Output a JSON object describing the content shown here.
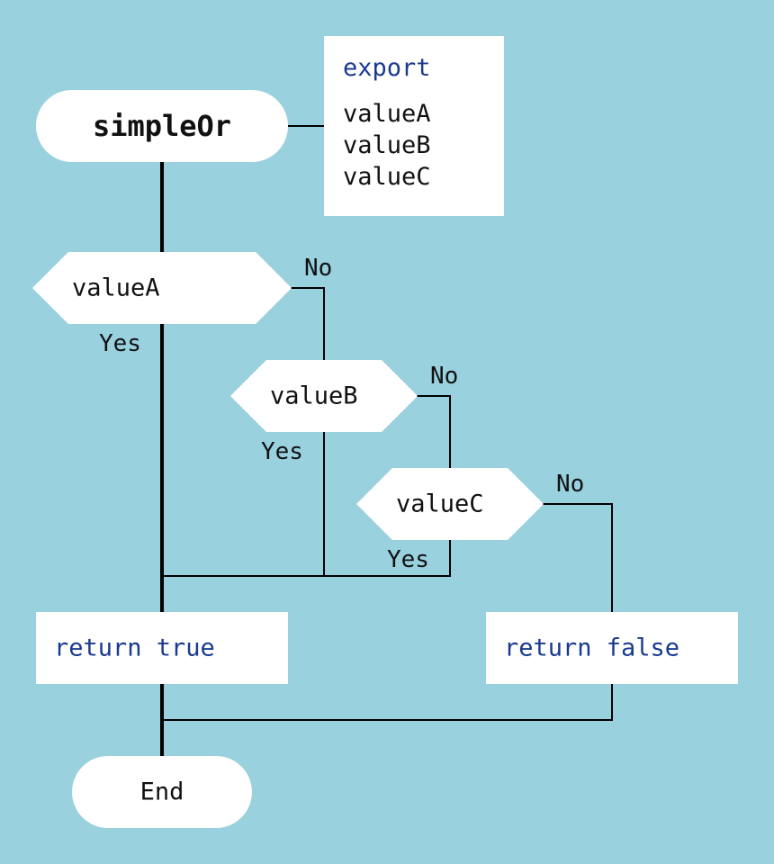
{
  "colors": {
    "background": "#99d1df",
    "shape_fill": "#ffffff",
    "line": "#000000",
    "text": "#111111",
    "keyword": "#1a3a8f"
  },
  "start": {
    "label": "simpleOr"
  },
  "export_box": {
    "keyword": "export",
    "items": [
      "valueA",
      "valueB",
      "valueC"
    ]
  },
  "decisions": [
    {
      "label": "valueA",
      "yes": "Yes",
      "no": "No"
    },
    {
      "label": "valueB",
      "yes": "Yes",
      "no": "No"
    },
    {
      "label": "valueC",
      "yes": "Yes",
      "no": "No"
    }
  ],
  "actions": {
    "return_true": "return true",
    "return_false": "return false"
  },
  "end": {
    "label": "End"
  }
}
